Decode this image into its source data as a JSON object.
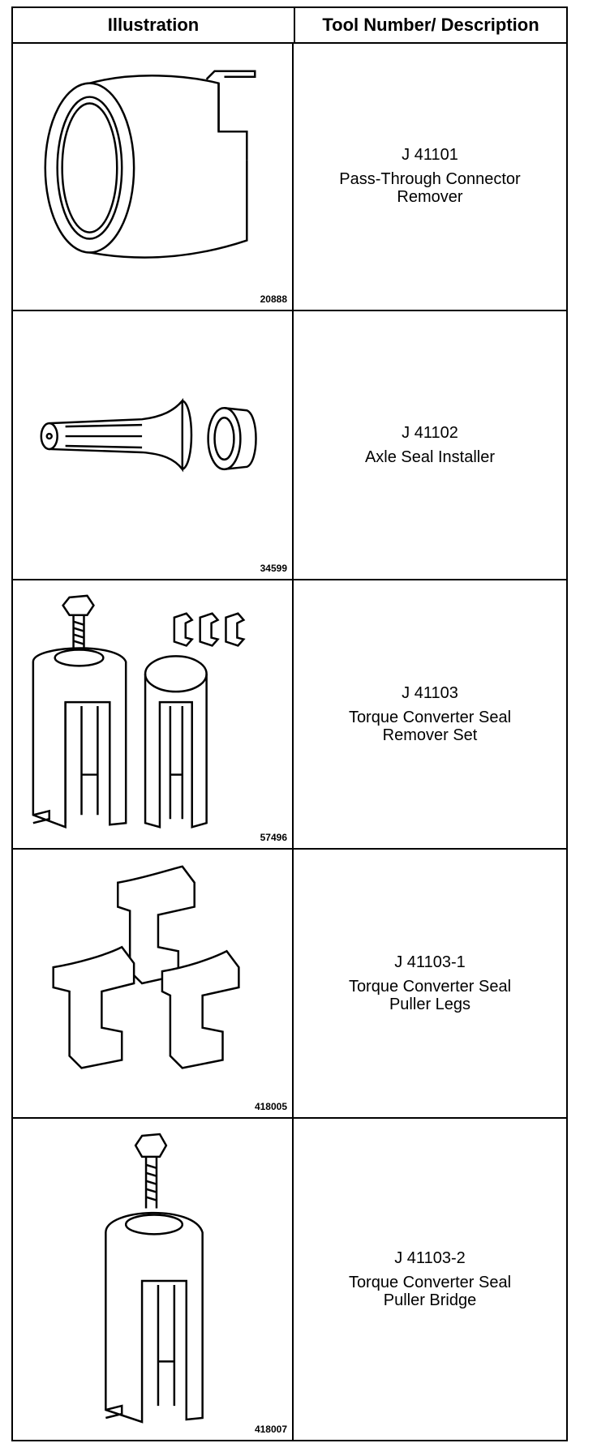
{
  "header": {
    "illustration": "Illustration",
    "tool": "Tool Number/ Description"
  },
  "rows": [
    {
      "fig": "20888",
      "number": "J 41101",
      "desc1": "Pass-Through Connector",
      "desc2": "Remover",
      "icon": "pass-through-connector-remover-illustration"
    },
    {
      "fig": "34599",
      "number": "J 41102",
      "desc1": "Axle Seal Installer",
      "desc2": "",
      "icon": "axle-seal-installer-illustration"
    },
    {
      "fig": "57496",
      "number": "J 41103",
      "desc1": "Torque Converter Seal",
      "desc2": "Remover Set",
      "icon": "seal-remover-set-illustration"
    },
    {
      "fig": "418005",
      "number": "J 41103-1",
      "desc1": "Torque Converter Seal",
      "desc2": "Puller Legs",
      "icon": "puller-legs-illustration"
    },
    {
      "fig": "418007",
      "number": "J 41103-2",
      "desc1": "Torque Converter Seal",
      "desc2": "Puller Bridge",
      "icon": "puller-bridge-illustration"
    }
  ]
}
